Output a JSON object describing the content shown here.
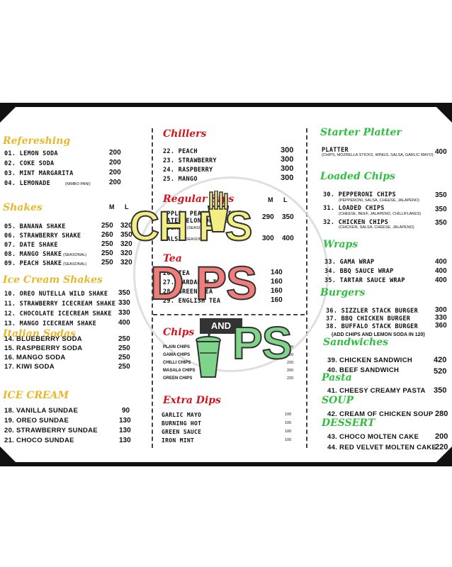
{
  "logo": {
    "line1": "CH PS",
    "line2": "D PS",
    "and": "AND",
    "line3": "PS"
  },
  "col1": {
    "refreshing": {
      "title": "Refereshing",
      "items": [
        {
          "name": "01. LEMON SODA",
          "price": "200"
        },
        {
          "name": "02. COKE SODA",
          "price": "200"
        },
        {
          "name": "03. MINT MARGARITA",
          "price": "200"
        },
        {
          "name": "04. LEMONADE",
          "note": "(NIMBO PANI)",
          "price": "200"
        }
      ]
    },
    "shakes": {
      "title": "Shakes",
      "m": "M",
      "l": "L",
      "items": [
        {
          "name": "05. BANANA SHAKE",
          "m": "250",
          "l": "320"
        },
        {
          "name": "06. STRAWBERRY SHAKE",
          "m": "260",
          "l": "350"
        },
        {
          "name": "07. DATE SHAKE",
          "m": "250",
          "l": "320"
        },
        {
          "name": "08. MANGO SHAKE",
          "note": "(SEASONAL)",
          "m": "250",
          "l": "320"
        },
        {
          "name": "09. PEACH SHAKE",
          "note": "(SEASONAL)",
          "m": "250",
          "l": "320"
        }
      ]
    },
    "icecream_shakes": {
      "title": "Ice Cream Shakes",
      "items": [
        {
          "name": "10. OREO NUTELLA WILD SHAKE",
          "price": "350"
        },
        {
          "name": "11. STRAWBERRY ICECREAM SHAKE",
          "price": "330"
        },
        {
          "name": "12. CHOCOLATE ICECREAM SHAKE",
          "price": "330"
        },
        {
          "name": "13. MANGO ICECREAM SHAKE",
          "price": "400"
        }
      ]
    },
    "italian_sodas": {
      "title": "Italian Sodas",
      "items": [
        {
          "name": "14. BLUEBERRY SODA",
          "price": "250"
        },
        {
          "name": "15. RASPBERRY SODA",
          "price": "250"
        },
        {
          "name": "16. MANGO SODA",
          "price": "250"
        },
        {
          "name": "17. KIWI SODA",
          "price": "250"
        }
      ]
    },
    "ice_cream": {
      "title": "ICE CREAM",
      "items": [
        {
          "name": "18. VANILLA SUNDAE",
          "price": "90"
        },
        {
          "name": "19. OREO SUNDAE",
          "price": "130"
        },
        {
          "name": "20. STRAWBERRY SUNDAE",
          "price": "130"
        },
        {
          "name": "21. CHOCO SUNDAE",
          "price": "130"
        }
      ]
    }
  },
  "col2": {
    "chillers": {
      "title": "Chillers",
      "items": [
        {
          "name": "22. PEACH",
          "price": "300"
        },
        {
          "name": "23. STRAWBERRY",
          "price": "300"
        },
        {
          "name": "24. RASPBERRY",
          "price": "300"
        },
        {
          "name": "25. MANGO",
          "price": "300"
        }
      ]
    },
    "regular_sips": {
      "title": "Regular Sips",
      "m": "M",
      "l": "L",
      "line1": "APPLE, PEACH, GRAPES,",
      "line2": "WATERMELON,ORANGE,",
      "line3": "MUSAMI",
      "line3_note": "(SEASONAL)",
      "m1": "290",
      "l1": "350",
      "falsa": "FALSA",
      "falsa_note": "(SEASONAL)",
      "m2": "300",
      "l2": "400"
    },
    "tea": {
      "title": "Tea",
      "items": [
        {
          "name": "26. TEA",
          "price": "140"
        },
        {
          "name": "27. CARDAMOM TEA",
          "price": "160"
        },
        {
          "name": "28. GREEN TEA",
          "price": "160"
        },
        {
          "name": "29. ENGLISH TEA",
          "price": "160"
        }
      ]
    },
    "chips": {
      "title": "Chips",
      "items": [
        {
          "name": "PLAIN CHIPS",
          "price": "200"
        },
        {
          "name": "GAMA CHIPS",
          "price": "200"
        },
        {
          "name": "CHILLI CHIPS",
          "price": "220"
        },
        {
          "name": "MASALA CHIPS",
          "price": "200"
        },
        {
          "name": "GREEN CHIPS",
          "price": "220"
        }
      ]
    },
    "extra_dips": {
      "title": "Extra Dips",
      "items": [
        {
          "name": "GARLIC MAYO",
          "price": "100"
        },
        {
          "name": "BURNING HOT",
          "price": "100"
        },
        {
          "name": "GREEN SAUCE",
          "price": "100"
        },
        {
          "name": "IRON MINT",
          "price": "100"
        }
      ]
    }
  },
  "col3": {
    "starter_platter": {
      "title": "Starter Platter",
      "name": "PLATTER",
      "note": "(CHIPS, MOZRELLA STICKS, WINGS, SALSA, GARLIC MAYO)",
      "price": "400"
    },
    "loaded_chips": {
      "title": "Loaded Chips",
      "items": [
        {
          "name": "30. PEPPERONI CHIPS",
          "note": "(PEPPERONI, SALSA, CHEESE, JALAPENO)",
          "price": "350"
        },
        {
          "name": "31. LOADED CHIPS",
          "note": "(CHEESE, BEEF, JALAPENO, CHILLIFLAKES)",
          "price": "350"
        },
        {
          "name": "32. CHICKEN CHIPS",
          "note": "(CHICKEN, SALSA, CHEESE, JALAPENO)",
          "price": "350"
        }
      ]
    },
    "wraps": {
      "title": "Wraps",
      "items": [
        {
          "name": "33. GAMA WRAP",
          "price": "400"
        },
        {
          "name": "34. BBQ SAUCE WRAP",
          "price": "400"
        },
        {
          "name": "35. TARTAR SAUCE WRAP",
          "price": "400"
        }
      ]
    },
    "burgers": {
      "title": "Burgers",
      "items": [
        {
          "name": "36. SIZZLER STACK BURGER",
          "price": "300"
        },
        {
          "name": "37. BBQ CHICKEN BURGER",
          "price": "330"
        },
        {
          "name": "38. BUFFALO STACK BURGER",
          "price": "360"
        }
      ],
      "note": "(ADD CHIPS AND LEMON SODA IN 120)"
    },
    "sandwiches": {
      "title": "Sandwiches",
      "items": [
        {
          "name": "39. CHICKEN SANDWICH",
          "price": "420"
        },
        {
          "name": "40. BEEF SANDWICH",
          "price": "520"
        }
      ]
    },
    "pasta": {
      "title": "Pasta",
      "items": [
        {
          "name": "41. CHEESY CREAMY PASTA",
          "price": "350"
        }
      ]
    },
    "soup": {
      "title": "SOUP",
      "items": [
        {
          "name": "42. CREAM OF CHICKEN SOUP",
          "price": "280"
        }
      ]
    },
    "dessert": {
      "title": "DESSERT",
      "items": [
        {
          "name": "43. CHOCO MOLTEN CAKE",
          "price": "200"
        },
        {
          "name": "44. RED VELVET MOLTEN CAKE",
          "price": "220"
        }
      ]
    }
  }
}
